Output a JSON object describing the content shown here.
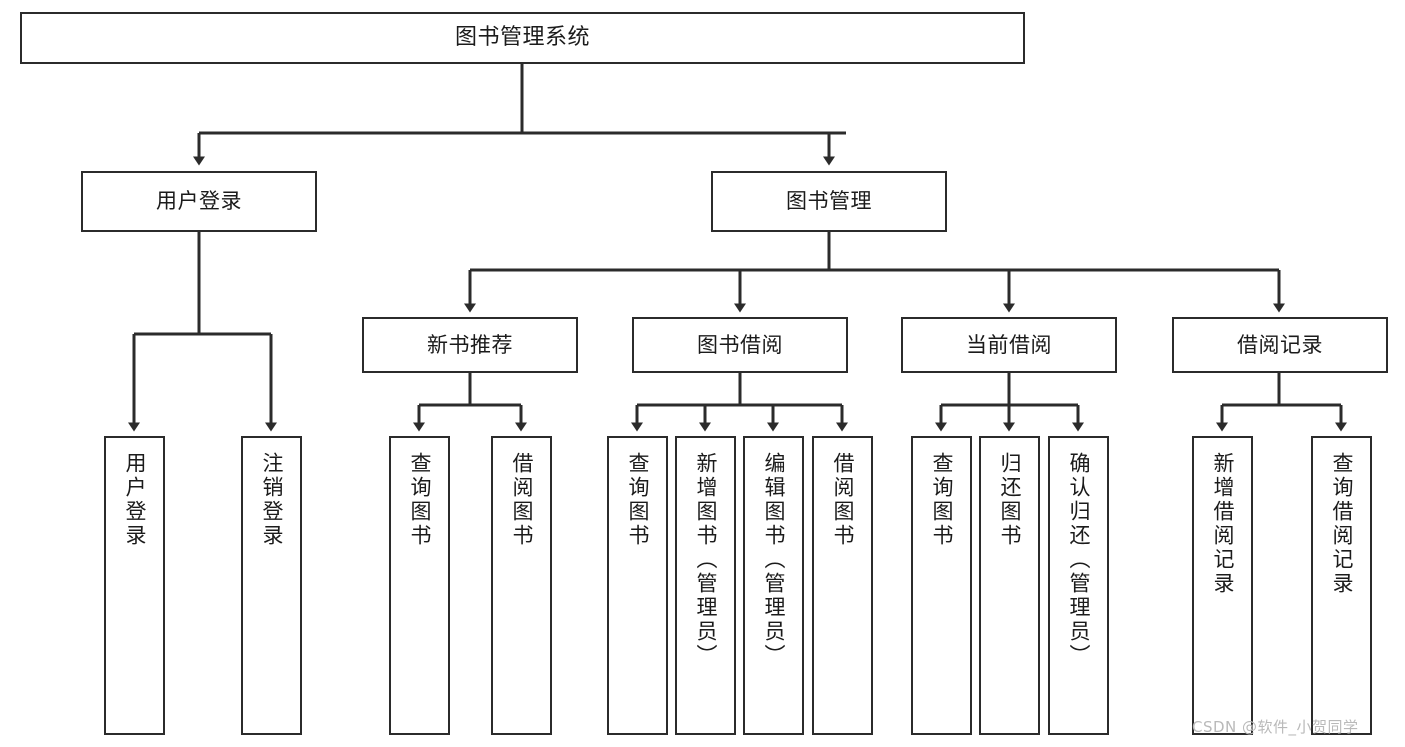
{
  "diagram": {
    "title": "图书管理系统",
    "type": "tree-hierarchy-chart",
    "watermark": "CSDN @软件_小贺同学",
    "colors": {
      "box_border": "#2b2b2b",
      "box_fill": "#ffffff",
      "connector": "#2b2b2b",
      "text": "#1b1b1b",
      "watermark": "#b9b9b9"
    },
    "levels": {
      "root": {
        "label": "图书管理系统"
      },
      "level2": [
        {
          "id": "user-login",
          "label": "用户登录"
        },
        {
          "id": "book-manage",
          "label": "图书管理"
        }
      ],
      "level3": [
        {
          "id": "new-book-recommend",
          "label": "新书推荐",
          "parent": "book-manage"
        },
        {
          "id": "book-borrow",
          "label": "图书借阅",
          "parent": "book-manage"
        },
        {
          "id": "current-borrow",
          "label": "当前借阅",
          "parent": "book-manage"
        },
        {
          "id": "borrow-record",
          "label": "借阅记录",
          "parent": "book-manage"
        }
      ],
      "leaves": [
        {
          "id": "leaf-user-login",
          "label": "用户登录",
          "parent": "user-login"
        },
        {
          "id": "leaf-logout-login",
          "label": "注销登录",
          "parent": "user-login"
        },
        {
          "id": "leaf-query-book-1",
          "label": "查询图书",
          "parent": "new-book-recommend"
        },
        {
          "id": "leaf-borrow-book-1",
          "label": "借阅图书",
          "parent": "new-book-recommend"
        },
        {
          "id": "leaf-query-book-2",
          "label": "查询图书",
          "parent": "book-borrow"
        },
        {
          "id": "leaf-add-book",
          "label": "新增图书（管理员）",
          "parent": "book-borrow"
        },
        {
          "id": "leaf-edit-book",
          "label": "编辑图书（管理员）",
          "parent": "book-borrow"
        },
        {
          "id": "leaf-borrow-book-2",
          "label": "借阅图书",
          "parent": "book-borrow"
        },
        {
          "id": "leaf-query-book-3",
          "label": "查询图书",
          "parent": "current-borrow"
        },
        {
          "id": "leaf-return-book",
          "label": "归还图书",
          "parent": "current-borrow"
        },
        {
          "id": "leaf-confirm-return",
          "label": "确认归还（管理员）",
          "parent": "current-borrow"
        },
        {
          "id": "leaf-add-record",
          "label": "新增借阅记录",
          "parent": "borrow-record"
        },
        {
          "id": "leaf-query-record",
          "label": "查询借阅记录",
          "parent": "borrow-record"
        }
      ]
    }
  }
}
